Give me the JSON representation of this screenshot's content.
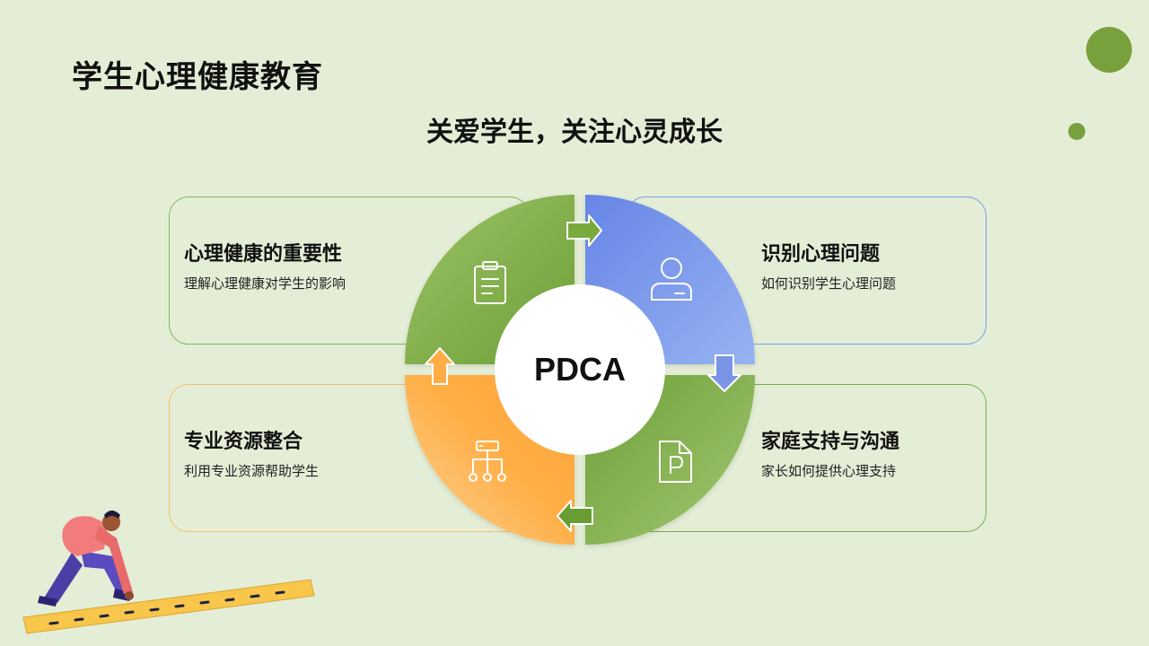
{
  "header": {
    "title": "学生心理健康教育",
    "subtitle": "关爱学生，关注心灵成长"
  },
  "diagram": {
    "center_label": "PDCA",
    "quadrants": [
      {
        "title": "心理健康的重要性",
        "description": "理解心理健康对学生的影响",
        "color": "#78a83e",
        "icon": "clipboard-icon"
      },
      {
        "title": "识别心理问题",
        "description": "如何识别学生心理问题",
        "color": "#6f8ee8",
        "icon": "user-icon"
      },
      {
        "title": "专业资源整合",
        "description": "利用专业资源帮助学生",
        "color": "#ffae45",
        "icon": "hierarchy-icon"
      },
      {
        "title": "家庭支持与沟通",
        "description": "家长如何提供心理支持",
        "color": "#78a83e",
        "icon": "document-p-icon"
      }
    ]
  }
}
